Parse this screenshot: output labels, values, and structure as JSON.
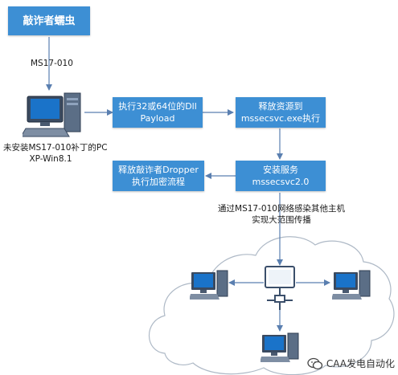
{
  "nodes": {
    "ransomware": "敲诈者蠕虫",
    "exploit_label": "MS17-010",
    "victim_line1": "未安装MS17-010补丁的PC",
    "victim_line2": "XP-Win8.1",
    "execute_dll_line1": "执行32或64位的Dll",
    "execute_dll_line2": "Payload",
    "release_res_line1": "释放资源到",
    "release_res_line2": "mssecsvc.exe执行",
    "install_svc_line1": "安装服务",
    "install_svc_line2": "mssecsvc2.0",
    "dropper_line1": "释放敲诈者Dropper",
    "dropper_line2": "执行加密流程",
    "spread_line1": "通过MS17-010网络感染其他主机",
    "spread_line2": "实现大范围传播"
  },
  "watermark": {
    "text": "CAA发电自动化",
    "icon": "wechat-bubble-icon"
  },
  "colors": {
    "box": "#3d8fd4",
    "arrow": "#5a7fb0",
    "cloud": "#aeb9c6"
  }
}
